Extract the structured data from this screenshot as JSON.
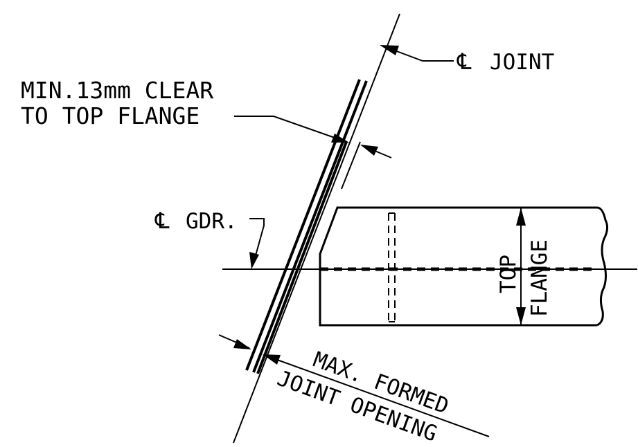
{
  "labels": {
    "joint": "JOINT",
    "min_clear_line1": "MIN.13mm CLEAR",
    "min_clear_line2": "TO TOP FLANGE",
    "gdr": "GDR.",
    "top": "TOP",
    "flange": "FLANGE",
    "max_line1": "MAX. FORMED",
    "max_line2": "JOINT OPENING"
  },
  "symbols": {
    "centerline": "℄"
  },
  "colors": {
    "ink": "#000000",
    "paper": "#ffffff"
  }
}
